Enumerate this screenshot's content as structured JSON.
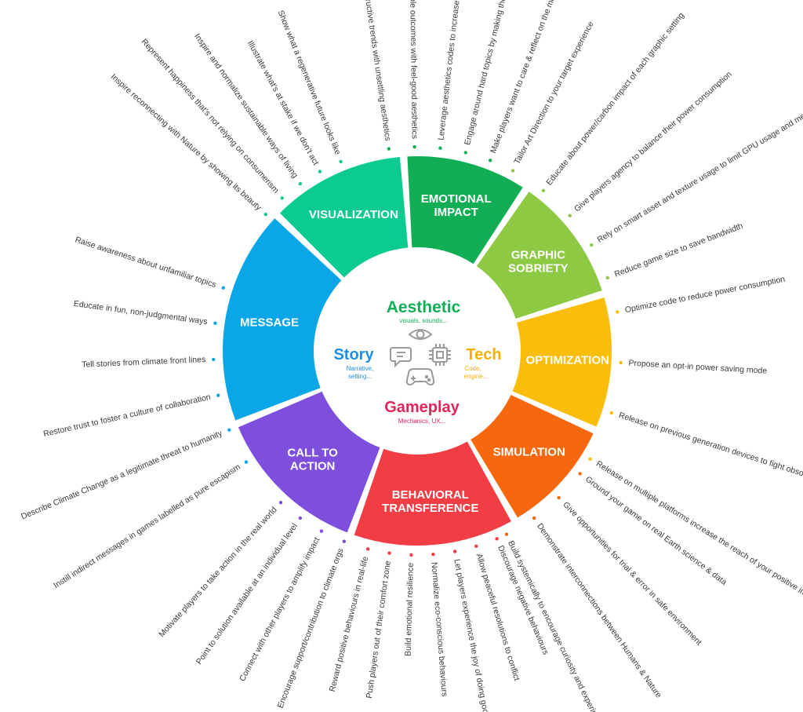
{
  "segments": [
    {
      "id": "visualization",
      "label_lines": [
        "VISUALIZATION"
      ],
      "color": "#0ccb8f",
      "dot": "#0ccb8f",
      "items": [
        "Show what a regenerative future looks like",
        "Illustrate what's at stake if we don't act",
        "Inspire and normalize sustainable ways of living",
        "Represent happiness that's not relying on consumerism",
        "Inspire reconnecting with Nature by showing its beauty"
      ]
    },
    {
      "id": "emotional-impact",
      "label_lines": [
        "EMOTIONAL",
        "IMPACT"
      ],
      "color": "#12ae56",
      "dot": "#12ae56",
      "items": [
        "Associate destructive trends with unsettling aesthetics",
        "Associate desirable outcomes with feel-good aesthetics",
        "Leverage aesthetics codes to increase the message impact",
        "Engage around hard topics by making them visually appealing",
        "Make players want to care & reflect on the meaning of life"
      ]
    },
    {
      "id": "graphic-sobriety",
      "label_lines": [
        "GRAPHIC",
        "SOBRIETY"
      ],
      "color": "#8dc942",
      "dot": "#8dc942",
      "items": [
        "Tailor Art Direction to your target experience",
        "Educate about power/carbon impact of each graphic setting",
        "Give players agency to balance their power consumption",
        "Rely on smart asset and texture usage to limit GPU usage and memory footprint",
        "Reduce game size to save bandwidth"
      ]
    },
    {
      "id": "optimization",
      "label_lines": [
        "OPTIMIZATION"
      ],
      "color": "#fbbd0c",
      "dot": "#fbbd0c",
      "items": [
        "Optimize code to reduce power consumption",
        "Propose an opt-in power saving mode",
        "Release on previous generation devices to fight obsolescence",
        "Release on multiple platforms increase the reach of your positive impact"
      ]
    },
    {
      "id": "simulation",
      "label_lines": [
        "SIMULATION"
      ],
      "color": "#f7680e",
      "dot": "#f7680e",
      "items": [
        "Ground your game on real Earth science & data",
        "Give opportunities for trial & error in safe environment",
        "Demonstrate interconnections between Humans & Nature",
        "Build systemically to encourage curiosity and experimentation"
      ]
    },
    {
      "id": "behavioral-transference",
      "label_lines": [
        "BEHAVIORAL",
        "TRANSFERENCE"
      ],
      "color": "#f23d45",
      "dot": "#f23d45",
      "items": [
        "Discourage negative behaviours",
        "Allow peaceful resolutions to conflict",
        "Let players experience the joy of doing good deeds",
        "Normalize eco-conscious behaviours",
        "Build emotional resilience",
        "Push players out of their comfort zone",
        "Reward positive behaviours in real-life"
      ]
    },
    {
      "id": "call-to-action",
      "label_lines": [
        "CALL TO",
        "ACTION"
      ],
      "color": "#7e4fdd",
      "dot": "#7e4fdd",
      "items": [
        "Encourage support/contribution to climate orgs",
        "Connect with other players to amplify impact",
        "Point to solution available at an individual level",
        "Motivate players to take action in the real world"
      ]
    },
    {
      "id": "message",
      "label_lines": [
        "MESSAGE"
      ],
      "color": "#0aa6e8",
      "dot": "#0aa6e8",
      "items": [
        "Instill indirect messages in games labelled as pure escapism",
        "Describe Climate Change as a legitimate threat to humanity",
        "Restore trust to foster a culture of collaboration",
        "Tell stories from climate front lines",
        "Educate in fun, non-judgmental ways",
        "Raise awareness about unfamiliar topics"
      ]
    }
  ],
  "pillars": {
    "aesthetic": {
      "title": "Aesthetic",
      "subtitle": "visuals, sounds...",
      "color": "#12ae56"
    },
    "story": {
      "title": "Story",
      "subtitle_lines": [
        "Narrative,",
        "setting..."
      ],
      "color": "#1f8fe0"
    },
    "tech": {
      "title": "Tech",
      "subtitle_lines": [
        "Code,",
        "engine..."
      ],
      "color": "#f2b000"
    },
    "gameplay": {
      "title": "Gameplay",
      "subtitle": "Mechanics, UX...",
      "color": "#e1245a"
    }
  },
  "center_icons": [
    "eye-icon",
    "chat-bubble-icon",
    "chip-icon",
    "gamepad-icon"
  ]
}
